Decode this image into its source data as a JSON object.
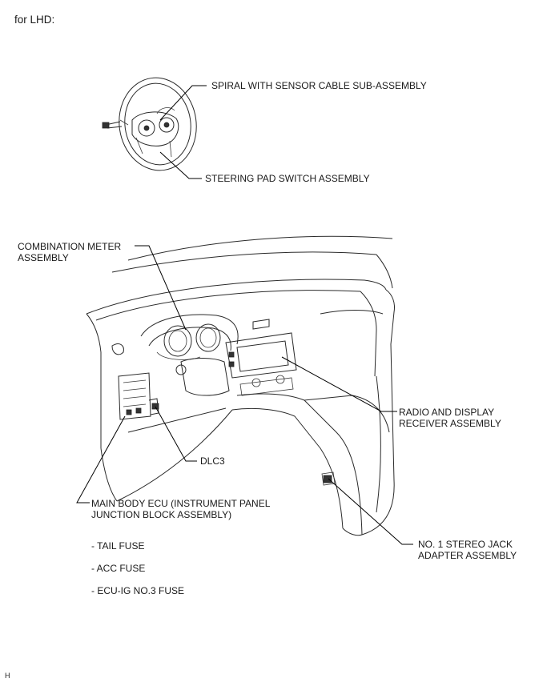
{
  "header": {
    "title": "for LHD:"
  },
  "steering": {
    "spiral_label": "SPIRAL WITH SENSOR CABLE SUB-ASSEMBLY",
    "pad_switch_label": "STEERING PAD SWITCH ASSEMBLY"
  },
  "dashboard": {
    "meter_line1": "COMBINATION METER",
    "meter_line2": "ASSEMBLY",
    "radio_line1": "RADIO AND DISPLAY",
    "radio_line2": "RECEIVER ASSEMBLY",
    "dlc3": "DLC3",
    "ecu_line1": "MAIN BODY ECU (INSTRUMENT PANEL",
    "ecu_line2": "JUNCTION BLOCK ASSEMBLY)",
    "jack_line1": "NO. 1 STEREO JACK",
    "jack_line2": "ADAPTER ASSEMBLY",
    "fuses": [
      "- TAIL FUSE",
      "- ACC FUSE",
      "- ECU-IG NO.3 FUSE"
    ]
  },
  "footer": {
    "code": "H"
  }
}
